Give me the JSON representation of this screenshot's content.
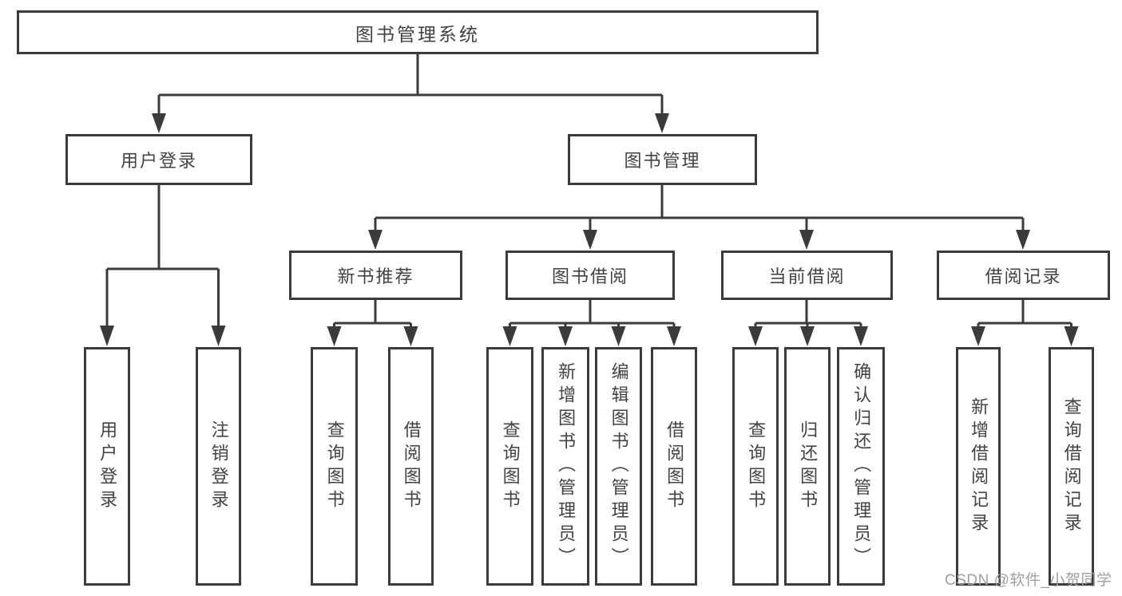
{
  "diagram": {
    "title": "图书管理系统",
    "branches": [
      {
        "label": "用户登录",
        "leaves": [
          "用户登录",
          "注销登录"
        ]
      },
      {
        "label": "图书管理",
        "sections": [
          {
            "label": "新书推荐",
            "leaves": [
              "查询图书",
              "借阅图书"
            ]
          },
          {
            "label": "图书借阅",
            "leaves": [
              "查询图书",
              "新增图书（管理员）",
              "编辑图书（管理员）",
              "借阅图书"
            ]
          },
          {
            "label": "当前借阅",
            "leaves": [
              "查询图书",
              "归还图书",
              "确认归还（管理员）"
            ]
          },
          {
            "label": "借阅记录",
            "leaves": [
              "新增借阅记录",
              "查询借阅记录"
            ]
          }
        ]
      }
    ],
    "watermark": "CSDN @软件_小贺同学",
    "colors": {
      "line": "#3b3b3b",
      "text": "#424242",
      "background": "#ffffff",
      "watermark": "#9f9f9f"
    }
  }
}
